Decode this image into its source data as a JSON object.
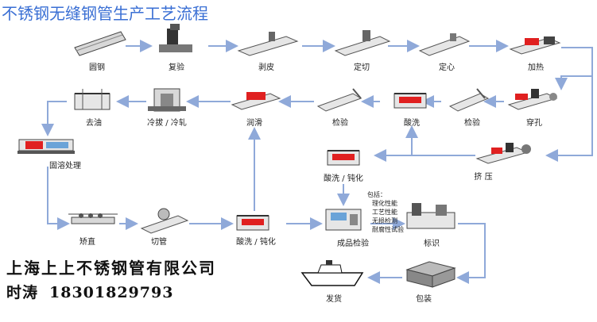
{
  "title": "不锈钢无缝钢管生产工艺流程",
  "colors": {
    "title": "#3a6fd4",
    "arrow": "#8fa9d9",
    "heat": "#e02020",
    "machine": "#555555"
  },
  "steps": {
    "round_steel": "圆钢",
    "recheck": "复验",
    "peel": "剥皮",
    "cut_length": "定切",
    "centering": "定心",
    "heating": "加热",
    "piercing": "穿孔",
    "pickling1": "酸洗",
    "inspect1": "检验",
    "inspect2": "检验",
    "lubricate": "润滑",
    "cold_draw": "冷拔 / 冷轧",
    "degrease": "去油",
    "solution": "固溶处理",
    "extrude": "挤 压",
    "pickle_passivate1": "酸洗 / 钝化",
    "straighten": "矫直",
    "cut_tube": "切管",
    "pickle_passivate2": "酸洗 / 钝化",
    "final_inspect": "成品检验",
    "marking": "标识",
    "packing": "包装",
    "shipping": "发货"
  },
  "inspection_notes": [
    "包括：",
    "理化性能",
    "工艺性能",
    "无损检测",
    "耐腐性试验"
  ],
  "company": {
    "name": "上海上上不锈钢管有限公司",
    "contact_name": "时涛",
    "phone": "18301829793"
  }
}
